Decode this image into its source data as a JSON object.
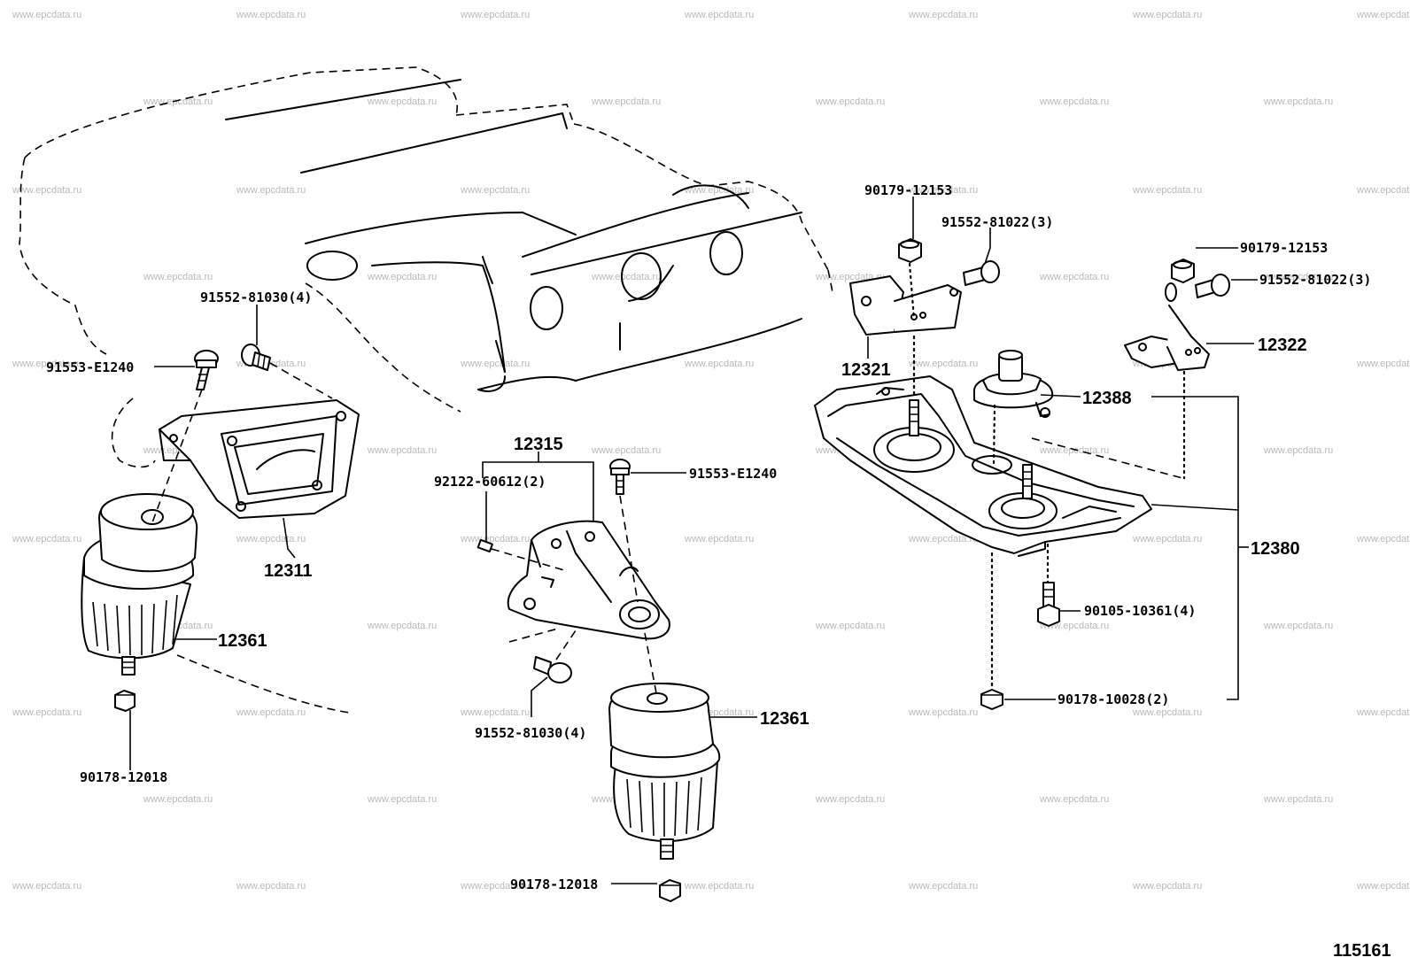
{
  "figure_number": "115161",
  "watermark_text": "www.epcdata.ru",
  "callouts": {
    "c_90179_12153_a": "90179-12153",
    "c_91552_81022_a": "91552-81022(3)",
    "c_90179_12153_b": "90179-12153",
    "c_91552_81022_b": "91552-81022(3)",
    "c_12322": "12322",
    "c_12321": "12321",
    "c_12388": "12388",
    "c_91552_81030_a": "91552-81030(4)",
    "c_91553_e1240_a": "91553-E1240",
    "c_12311": "12311",
    "c_12361_a": "12361",
    "c_90178_12018_a": "90178-12018",
    "c_12315": "12315",
    "c_92122_60612": "92122-60612(2)",
    "c_91553_e1240_b": "91553-E1240",
    "c_12380": "12380",
    "c_90105_10361": "90105-10361(4)",
    "c_90178_10028": "90178-10028(2)",
    "c_91552_81030_b": "91552-81030(4)",
    "c_12361_b": "12361",
    "c_90178_12018_b": "90178-12018"
  }
}
